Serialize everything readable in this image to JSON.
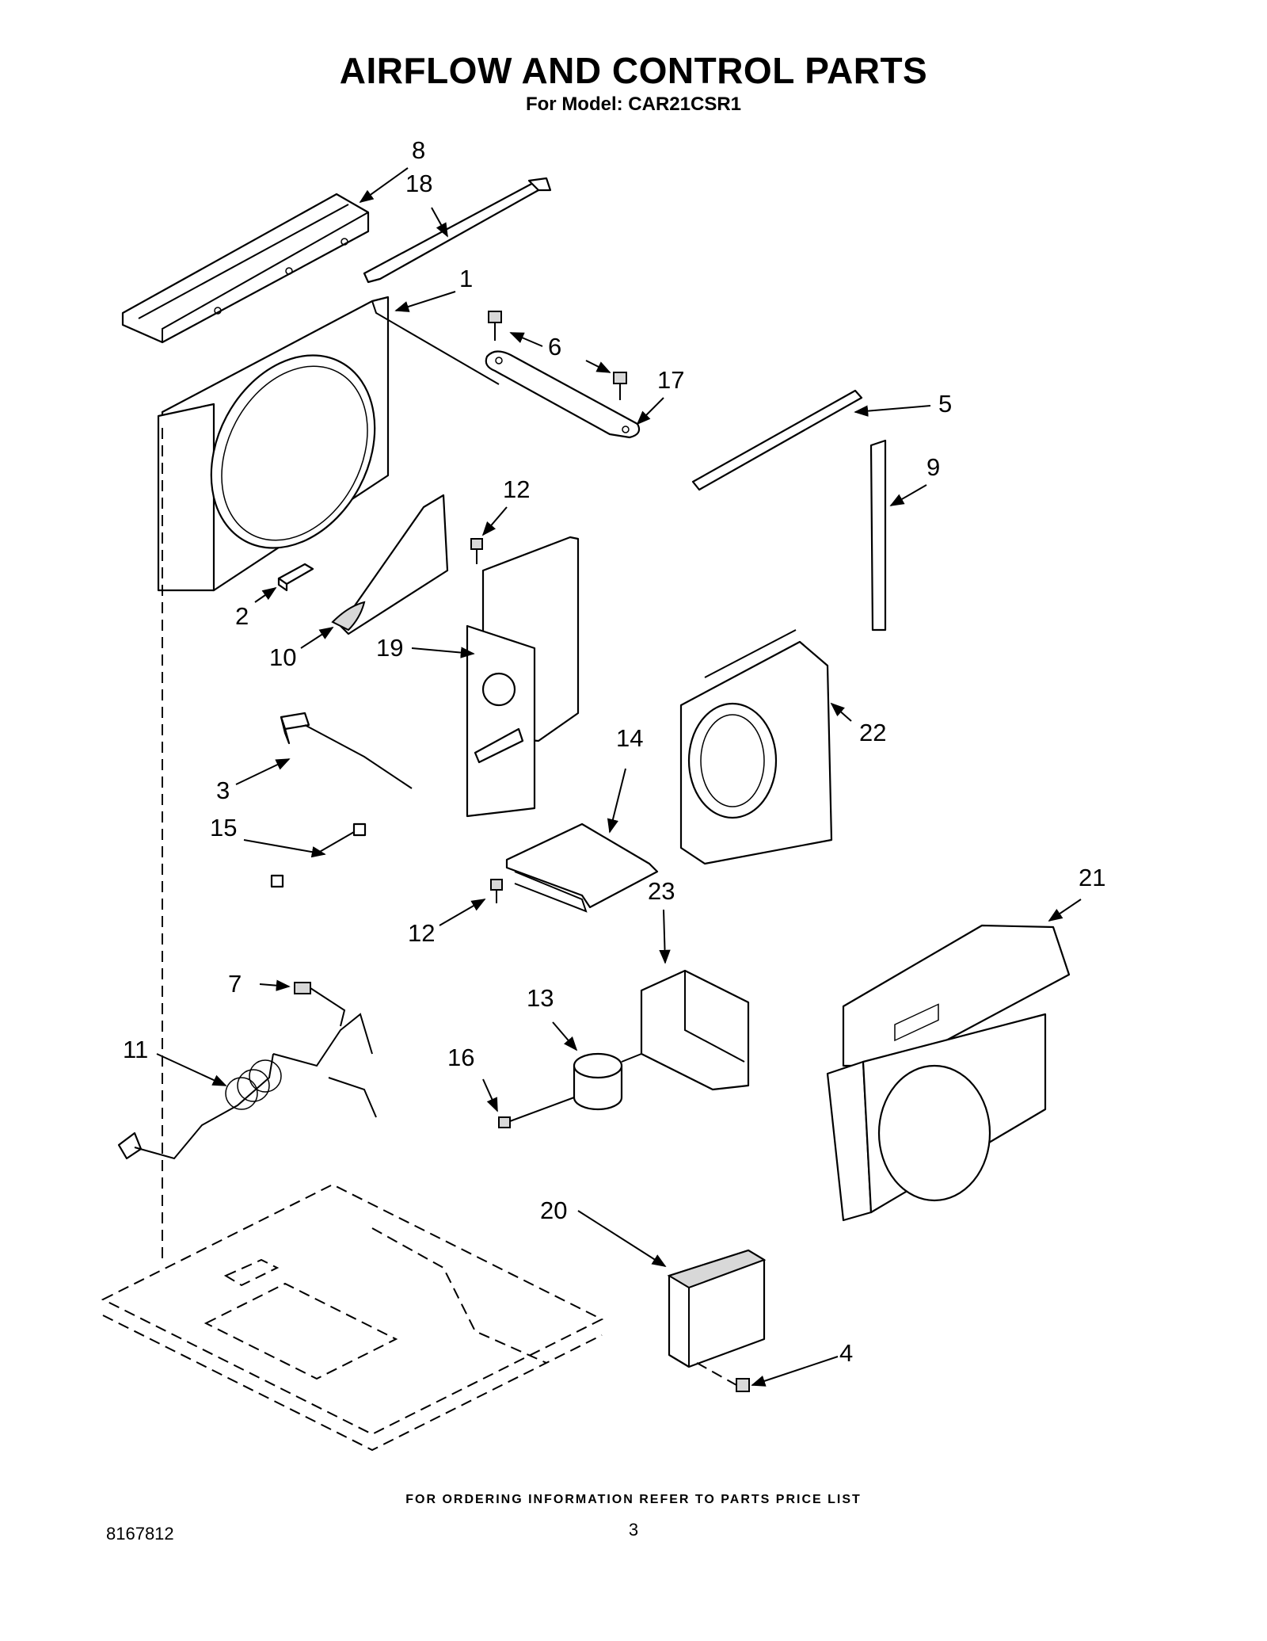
{
  "header": {
    "title": "AIRFLOW AND CONTROL PARTS",
    "subtitle": "For Model: CAR21CSR1"
  },
  "callouts": [
    {
      "id": "c8",
      "label": "8"
    },
    {
      "id": "c18",
      "label": "18"
    },
    {
      "id": "c1",
      "label": "1"
    },
    {
      "id": "c6",
      "label": "6"
    },
    {
      "id": "c17",
      "label": "17"
    },
    {
      "id": "c5",
      "label": "5"
    },
    {
      "id": "c9",
      "label": "9"
    },
    {
      "id": "c12a",
      "label": "12"
    },
    {
      "id": "c2",
      "label": "2"
    },
    {
      "id": "c10",
      "label": "10"
    },
    {
      "id": "c19",
      "label": "19"
    },
    {
      "id": "c22",
      "label": "22"
    },
    {
      "id": "c3",
      "label": "3"
    },
    {
      "id": "c14",
      "label": "14"
    },
    {
      "id": "c15",
      "label": "15"
    },
    {
      "id": "c12b",
      "label": "12"
    },
    {
      "id": "c23",
      "label": "23"
    },
    {
      "id": "c21",
      "label": "21"
    },
    {
      "id": "c7",
      "label": "7"
    },
    {
      "id": "c13",
      "label": "13"
    },
    {
      "id": "c11",
      "label": "11"
    },
    {
      "id": "c16",
      "label": "16"
    },
    {
      "id": "c20",
      "label": "20"
    },
    {
      "id": "c4",
      "label": "4"
    }
  ],
  "footer": {
    "ordering_note": "FOR ORDERING INFORMATION REFER TO PARTS PRICE LIST",
    "doc_number": "8167812",
    "page_number": "3"
  }
}
